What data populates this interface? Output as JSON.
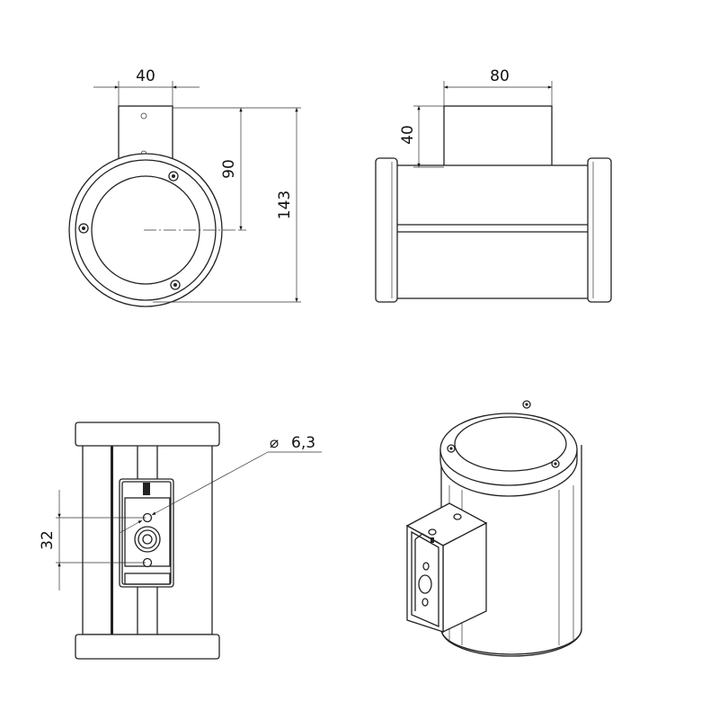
{
  "drawing": {
    "front_view": {
      "dim_width": "40",
      "dim_center_height": "90",
      "dim_total_height": "143"
    },
    "side_view": {
      "dim_bracket_width": "80",
      "dim_bracket_depth": "40"
    },
    "back_view": {
      "dim_hole_spacing": "32",
      "dim_hole_diameter_symbol": "⌀",
      "dim_hole_diameter": "6,3"
    },
    "isometric_view": {}
  }
}
